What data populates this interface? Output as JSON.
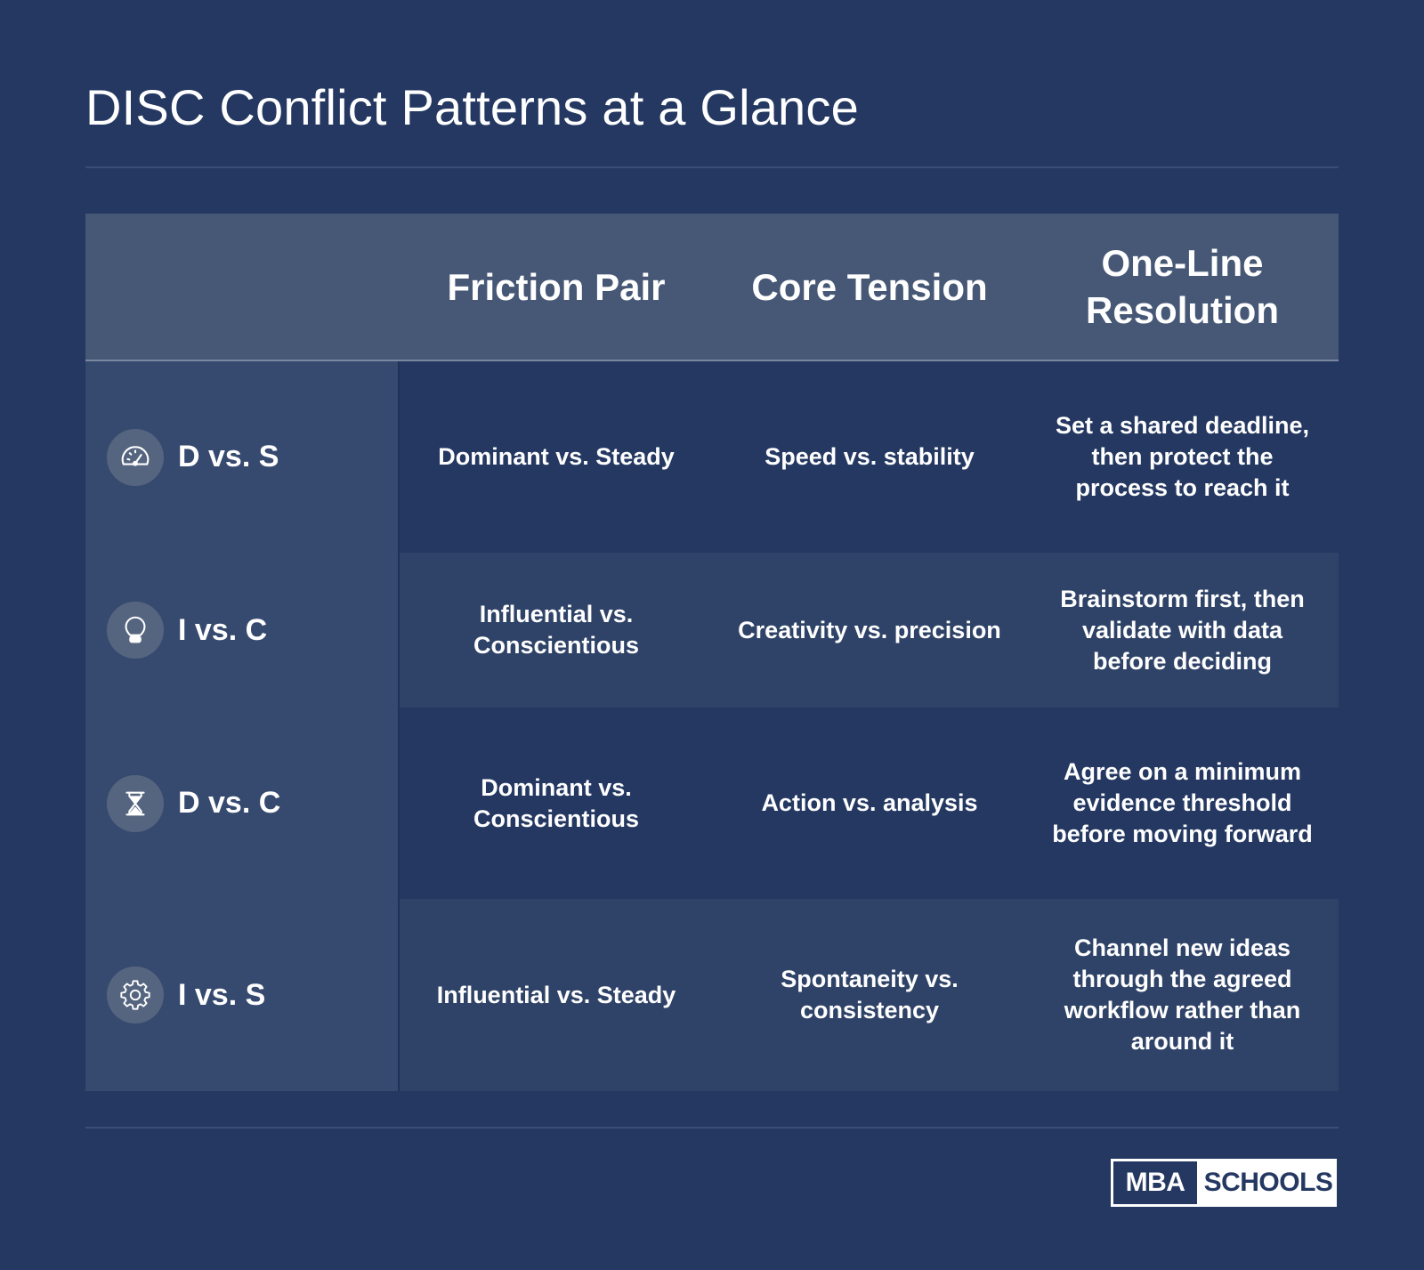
{
  "title": "DISC Conflict Patterns at a Glance",
  "table": {
    "headers": [
      "",
      "Friction Pair",
      "Core Tension",
      "One-Line Resolution"
    ],
    "rows": [
      {
        "label": "D vs. S",
        "icon": "speedometer-icon",
        "friction_pair": "Dominant vs. Steady",
        "core_tension": "Speed vs. stability",
        "resolution": "Set a shared deadline, then protect the process to reach it"
      },
      {
        "label": "I vs. C",
        "icon": "lightbulb-icon",
        "friction_pair": "Influential vs. Conscientious",
        "core_tension": "Creativity vs. precision",
        "resolution": "Brainstorm first, then validate with data before deciding"
      },
      {
        "label": "D vs. C",
        "icon": "hourglass-icon",
        "friction_pair": "Dominant vs. Conscientious",
        "core_tension": "Action vs. analysis",
        "resolution": "Agree on a minimum evidence threshold before moving forward"
      },
      {
        "label": "I vs. S",
        "icon": "gear-icon",
        "friction_pair": "Influential vs. Steady",
        "core_tension": "Spontaneity vs. consistency",
        "resolution": "Channel new ideas through the agreed workflow rather than around it"
      }
    ]
  },
  "logo": {
    "left": "MBA",
    "right": "SCHOOLS"
  },
  "colors": {
    "background": "#243862",
    "header": "#465876",
    "row_alt": "#2f4368",
    "row_label_column": "#364a6f",
    "icon_circle": "#56657f"
  }
}
